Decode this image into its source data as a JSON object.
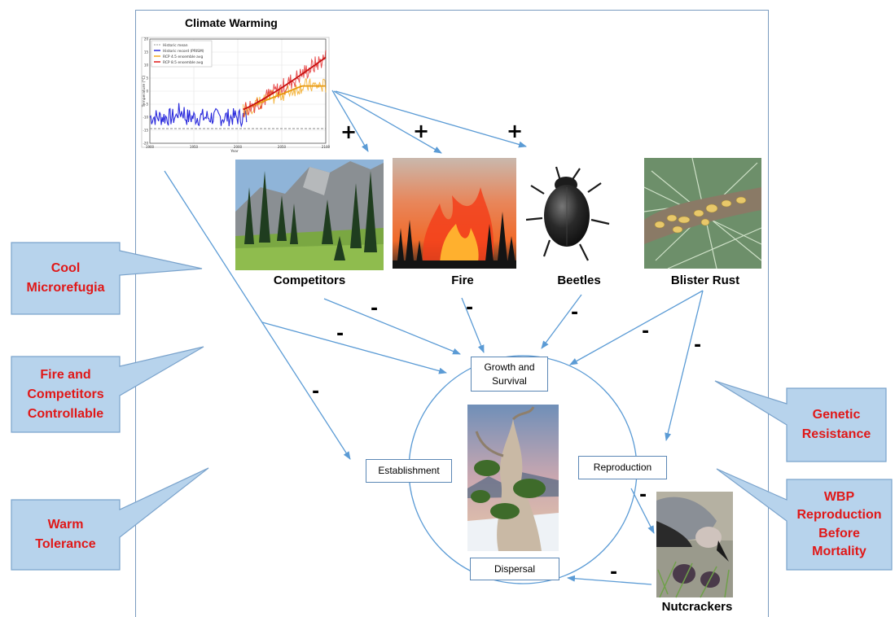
{
  "title": "Climate Warming",
  "chart_data": {
    "type": "line",
    "legend_entries": [
      "Historic mean",
      "Historic record (PRISM)",
      "RCP 4.5 ensemble avg",
      "RCP 8.5 ensemble avg"
    ],
    "legend_placement": "top-left",
    "xlabel": "Year",
    "ylabel": "Temperature (°C)",
    "xlim": [
      1900,
      2100
    ],
    "ylim": [
      -20,
      20
    ],
    "x_ticks": [
      "1900",
      "1950",
      "2000",
      "2050",
      "2100"
    ],
    "y_ticks": [
      "20",
      "15",
      "10",
      "5",
      "0",
      "-5",
      "-10",
      "-15",
      "-20"
    ],
    "grid": true,
    "colors": {
      "historic_mean": "#9a9a9a",
      "historic_record": "#2a2adc",
      "rcp45": "#f2a81c",
      "rcp85": "#e01818"
    }
  },
  "plus_signs": [
    "+",
    "+",
    "+"
  ],
  "stressors": [
    "Competitors",
    "Fire",
    "Beetles",
    "Blister Rust"
  ],
  "minus_signs": [
    "-",
    "-",
    "-",
    "-",
    "-",
    "-",
    "-",
    "-",
    "-"
  ],
  "cycle": {
    "growth": "Growth and\nSurvival",
    "establishment": "Establishment",
    "reproduction": "Reproduction",
    "dispersal": "Dispersal",
    "nutcrackers": "Nutcrackers"
  },
  "callouts": {
    "cool": "Cool\nMicrorefugia",
    "fire_competitors": "Fire and\nCompetitors\nControllable",
    "warm": "Warm\nTolerance",
    "genetic": "Genetic\nResistance",
    "wbp": "WBP\nReproduction\nBefore\nMortality"
  },
  "colors": {
    "arrow": "#5b9bd5",
    "callout_fill": "#b7d3ec",
    "callout_stroke": "#7aa3cc",
    "callout_text": "#e01818"
  }
}
